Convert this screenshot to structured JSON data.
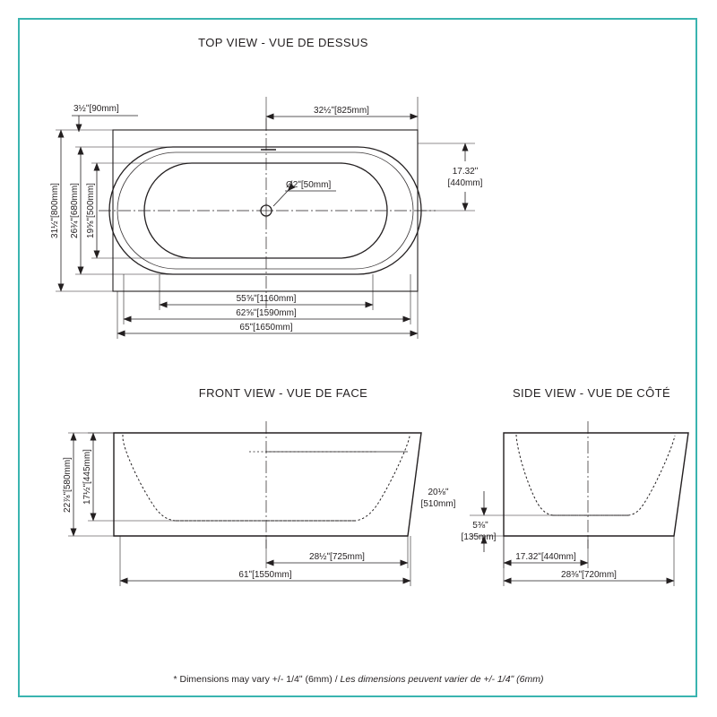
{
  "border": {
    "color": "#3ab4b0"
  },
  "views": {
    "top": {
      "title": "TOP VIEW - VUE DE DESSUS",
      "dims": {
        "rim_offset": "3½ʺ[90mm]",
        "top_width": "32½ʺ[825mm]",
        "overall_depth": "31½ʺ[800mm]",
        "outer_oval_depth": "26¾ʺ[680mm]",
        "inner_oval_depth": "19⅝ʺ[500mm]",
        "right_depth_in": "17.32ʺ",
        "right_depth_mm": "[440mm]",
        "drain": "Ø2ʺ[50mm]",
        "inner_length": "55⅝ʺ[1160mm]",
        "oval_length": "62⅝ʺ[1590mm]",
        "overall_length": "65ʺ[1650mm]"
      }
    },
    "front": {
      "title": "FRONT VIEW - VUE DE FACE",
      "dims": {
        "overall_height": "22⅞ʺ[580mm]",
        "inner_height": "17½ʺ[445mm]",
        "right_height_in": "20⅛ʺ",
        "right_height_mm": "[510mm]",
        "base_inner_length": "28½ʺ[725mm]",
        "base_length": "61ʺ[1550mm]"
      }
    },
    "side": {
      "title": "SIDE VIEW - VUE DE CÔTÉ",
      "dims": {
        "base_to_inner_in": "5⅜ʺ",
        "base_to_inner_mm": "[135mm]",
        "inner_width": "17.32ʺ[440mm]",
        "overall_width": "28⅜ʺ[720mm]"
      }
    }
  },
  "footer": {
    "en": "* Dimensions may vary +/- 1/4ʺ (6mm) / ",
    "fr": "Les dimensions peuvent varier de +/- 1/4ʺ (6mm)"
  }
}
